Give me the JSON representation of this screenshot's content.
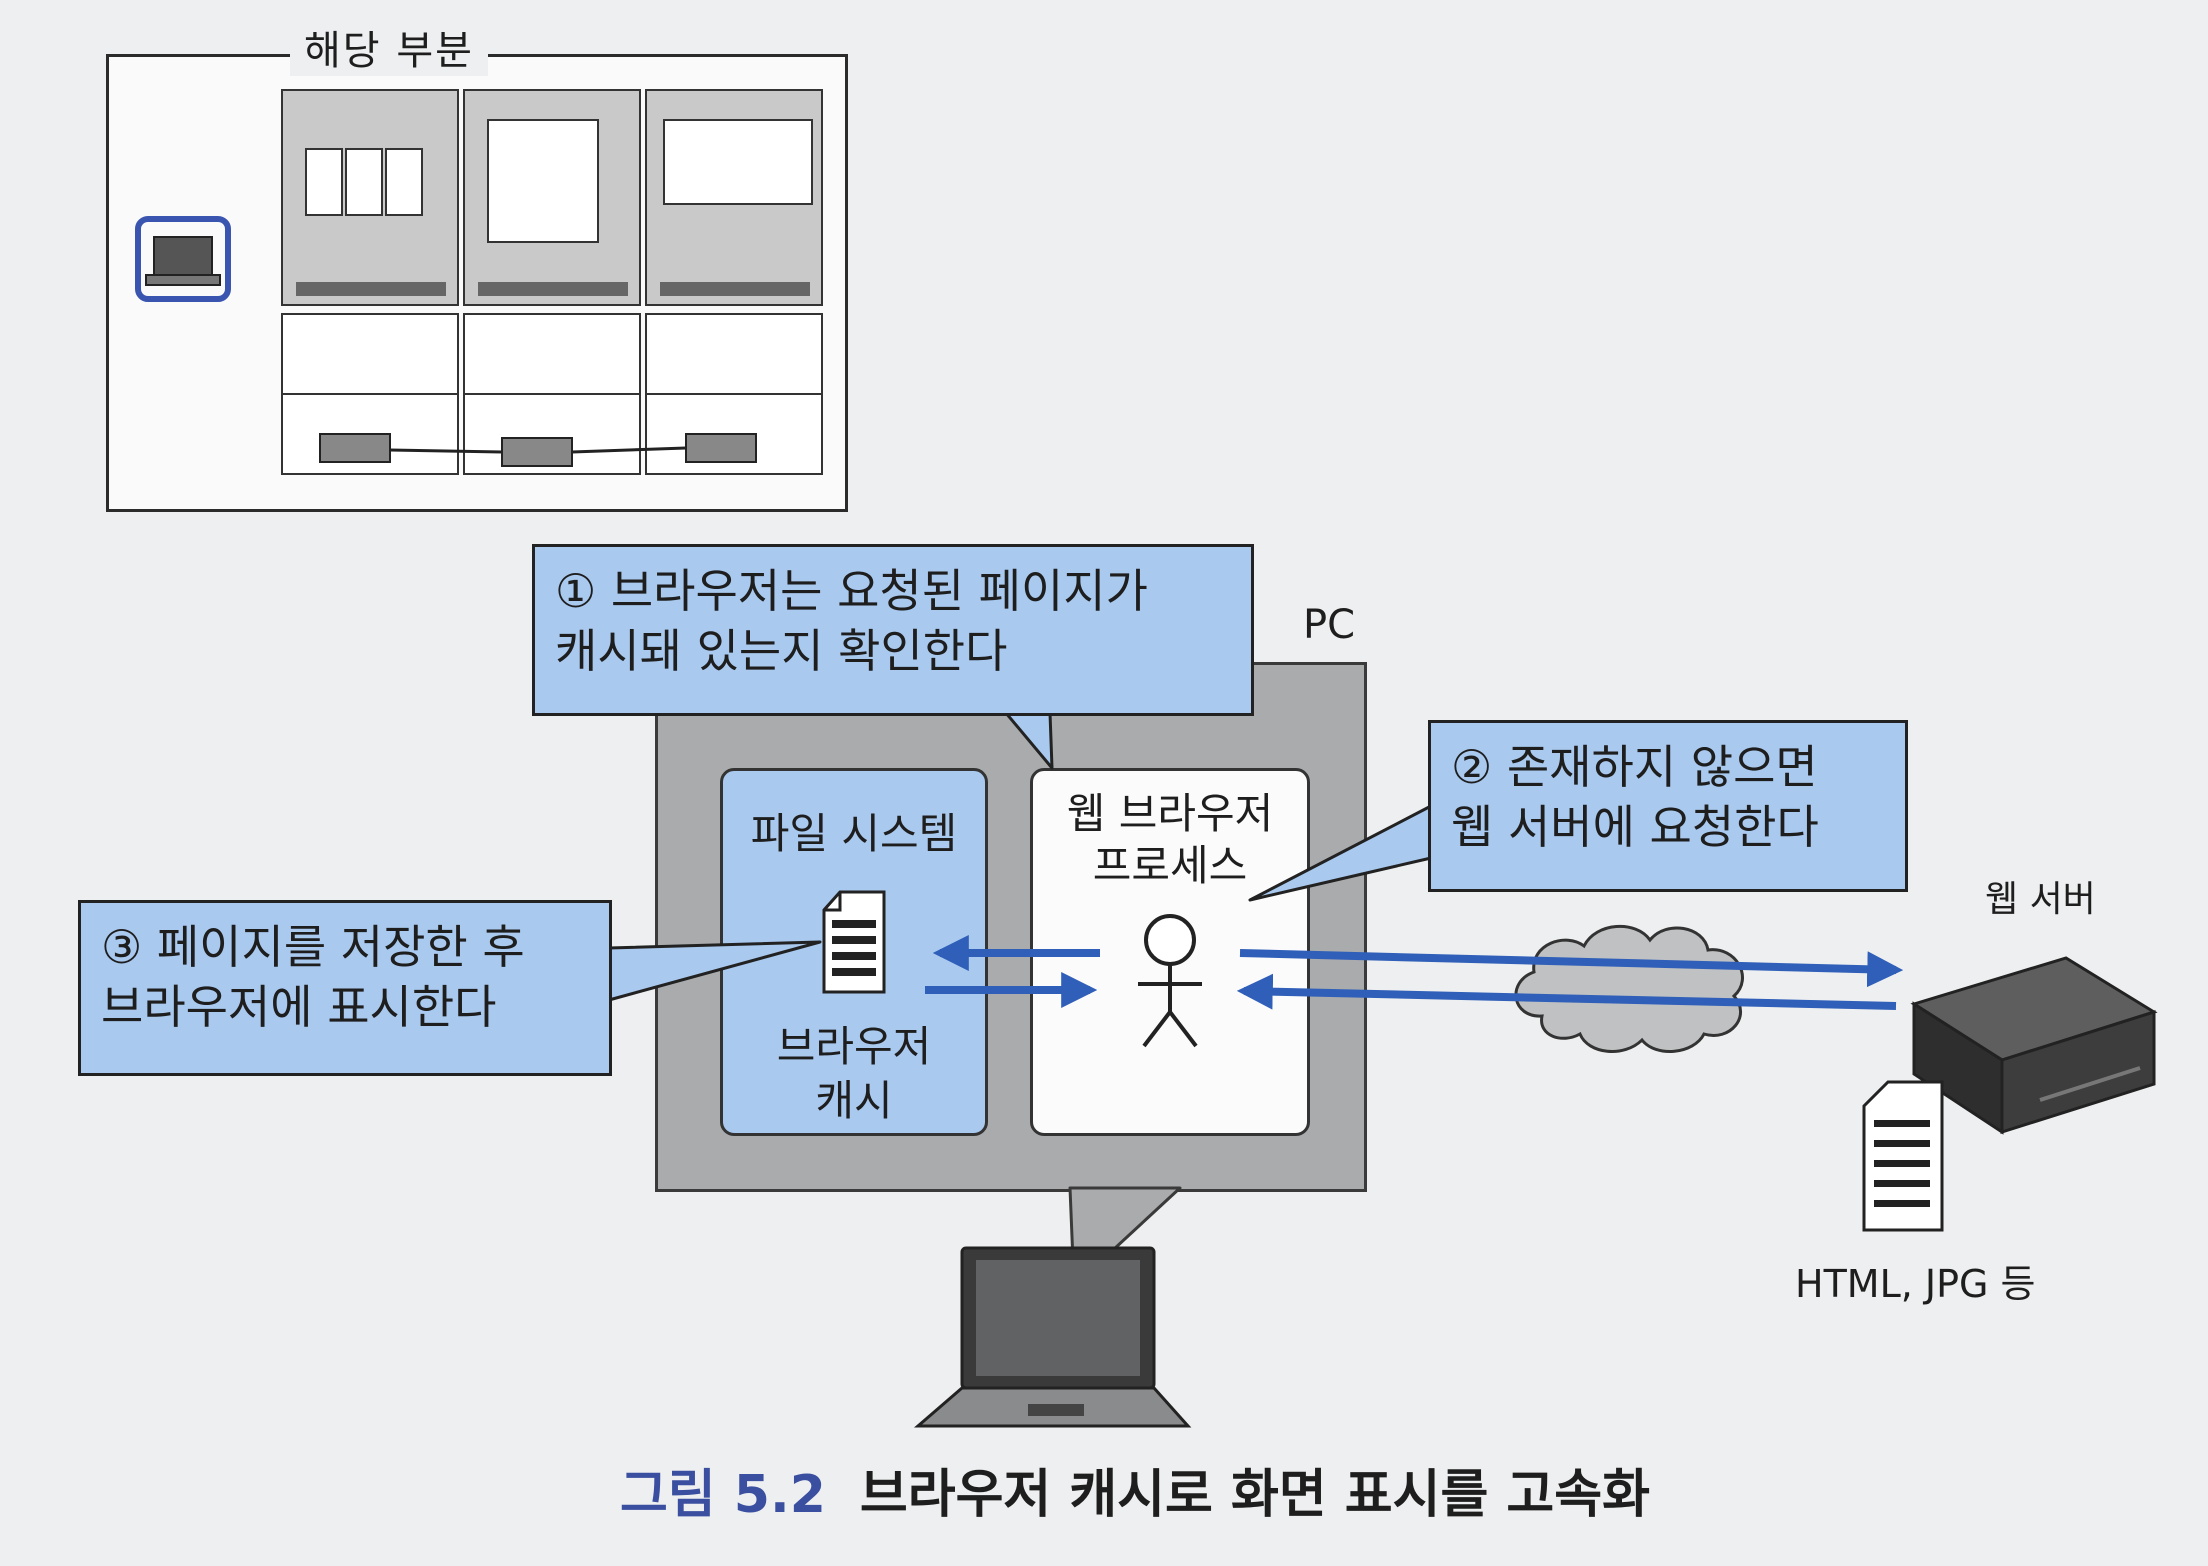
{
  "inset": {
    "title": "해당 부분"
  },
  "pc": {
    "label": "PC",
    "file_system_title": "파일 시스템",
    "cache_label_line1": "브라우저",
    "cache_label_line2": "캐시",
    "process_label_line1": "웹 브라우저",
    "process_label_line2": "프로세스"
  },
  "callouts": {
    "step1_line1": "① 브라우저는 요청된 페이지가",
    "step1_line2": "캐시돼 있는지 확인한다",
    "step2_line1": "② 존재하지 않으면",
    "step2_line2": "웹 서버에 요청한다",
    "step3_line1": "③ 페이지를 저장한 후",
    "step3_line2": "브라우저에 표시한다"
  },
  "server": {
    "label": "웹 서버",
    "files_label": "HTML, JPG 등"
  },
  "caption": {
    "number": "그림 5.2",
    "text": "브라우저 캐시로 화면 표시를 고속화"
  },
  "colors": {
    "callout_fill": "#a9c9ef",
    "arrow": "#2f5fb8",
    "pc_frame": "#a9abad",
    "caption_accent": "#3a4fa0"
  },
  "icons": [
    "laptop-icon",
    "stick-figure-icon",
    "document-icon",
    "cloud-icon",
    "server-icon"
  ]
}
